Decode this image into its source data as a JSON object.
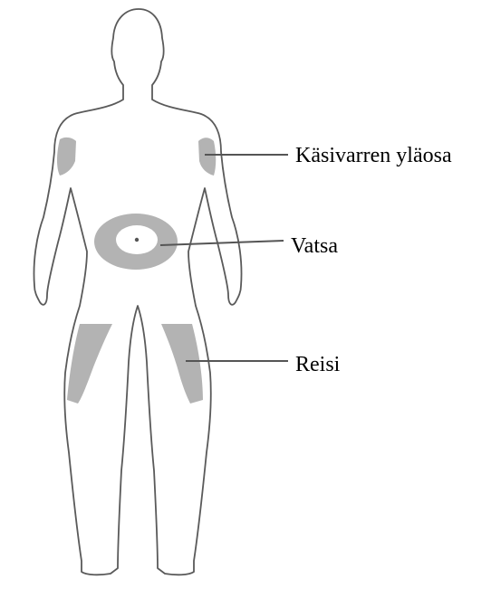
{
  "labels": {
    "upper_arm": "Käsivarren yläosa",
    "abdomen": "Vatsa",
    "thigh": "Reisi"
  },
  "colors": {
    "outline": "#5a5a5a",
    "injection_area": "#b3b3b3",
    "pointer_line": "#555555",
    "background": "#ffffff"
  }
}
